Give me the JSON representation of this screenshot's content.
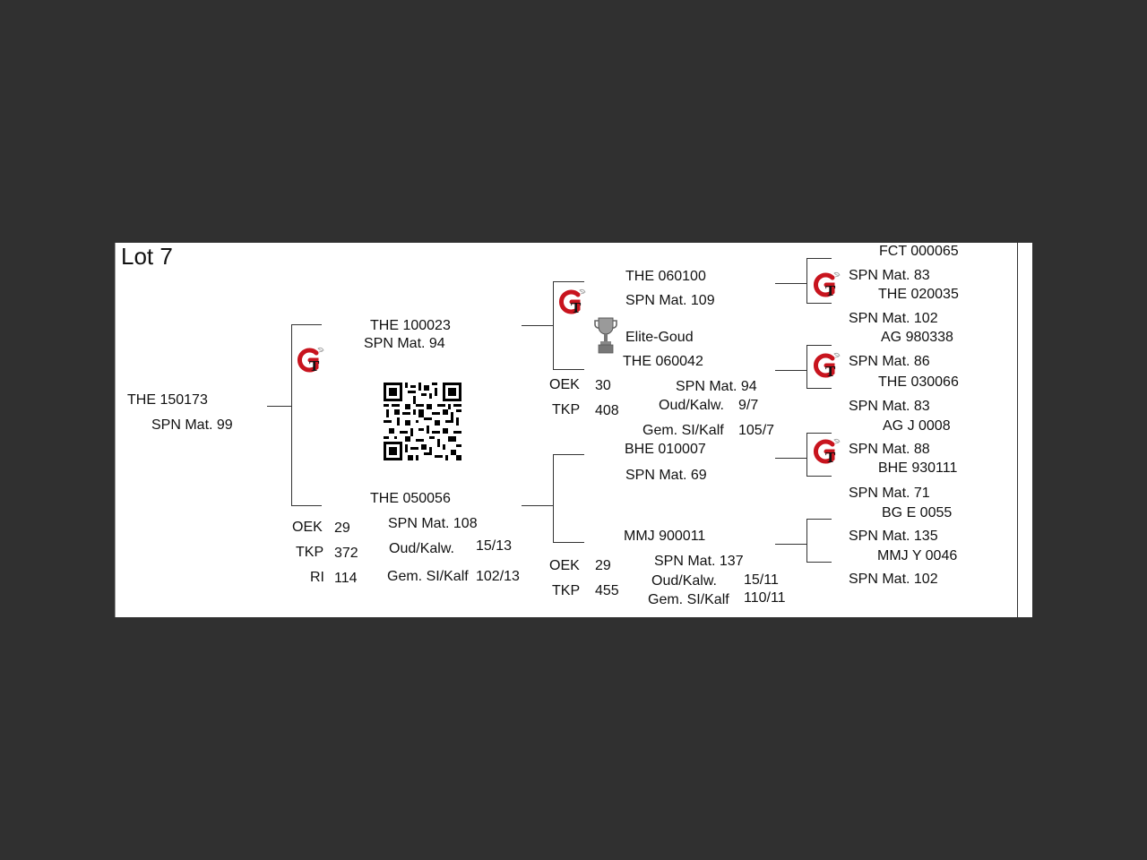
{
  "lot": "Lot 7",
  "animal": {
    "id": "THE 150173",
    "spn": "SPN Mat. 99"
  },
  "sire": {
    "id": "THE 100023",
    "spn": "SPN Mat. 94"
  },
  "dam": {
    "id": "THE 050056",
    "spn": "SPN Mat. 108",
    "oud_kalw_label": "Oud/Kalw.",
    "oud_kalw": "15/13",
    "gem_label": "Gem. SI/Kalf",
    "gem": "102/13",
    "oek_label": "OEK",
    "oek": "29",
    "tkp_label": "TKP",
    "tkp": "372",
    "ri_label": "RI",
    "ri": "114"
  },
  "ss": {
    "id": "THE 060100",
    "spn": "SPN Mat. 109"
  },
  "sd": {
    "award": "Elite-Goud",
    "id": "THE 060042",
    "spn": "SPN Mat. 94",
    "oud_kalw_label": "Oud/Kalw.",
    "oud_kalw": "9/7",
    "gem_label": "Gem. SI/Kalf",
    "gem": "105/7",
    "oek_label": "OEK",
    "oek": "30",
    "tkp_label": "TKP",
    "tkp": "408"
  },
  "ds": {
    "id": "BHE 010007",
    "spn": "SPN Mat. 69"
  },
  "dd": {
    "id": "MMJ 900011",
    "spn": "SPN Mat. 137",
    "oud_kalw_label": "Oud/Kalw.",
    "oud_kalw": "15/11",
    "gem_label": "Gem. SI/Kalf",
    "gem": "110/11",
    "oek_label": "OEK",
    "oek": "29",
    "tkp_label": "TKP",
    "tkp": "455"
  },
  "gen3": [
    {
      "id": "FCT 000065",
      "spn": "SPN Mat. 83"
    },
    {
      "id": "THE 020035",
      "spn": "SPN Mat. 102"
    },
    {
      "id": "AG  980338",
      "spn": "SPN Mat. 86"
    },
    {
      "id": "THE 030066",
      "spn": "SPN Mat. 83"
    },
    {
      "id": "AG  J 0008",
      "spn": "SPN Mat. 88"
    },
    {
      "id": "BHE 930111",
      "spn": "SPN Mat. 71"
    },
    {
      "id": "BG  E 0055",
      "spn": "SPN Mat. 135"
    },
    {
      "id": "MMJ Y 0046",
      "spn": "SPN Mat. 102"
    }
  ],
  "icons": {
    "gt_logo": "gt-logo-icon",
    "qr": "qr-code",
    "trophy": "trophy-icon"
  },
  "colors": {
    "background": "#303030",
    "sheet": "#ffffff",
    "logo_red": "#c8141e",
    "text": "#111111"
  }
}
